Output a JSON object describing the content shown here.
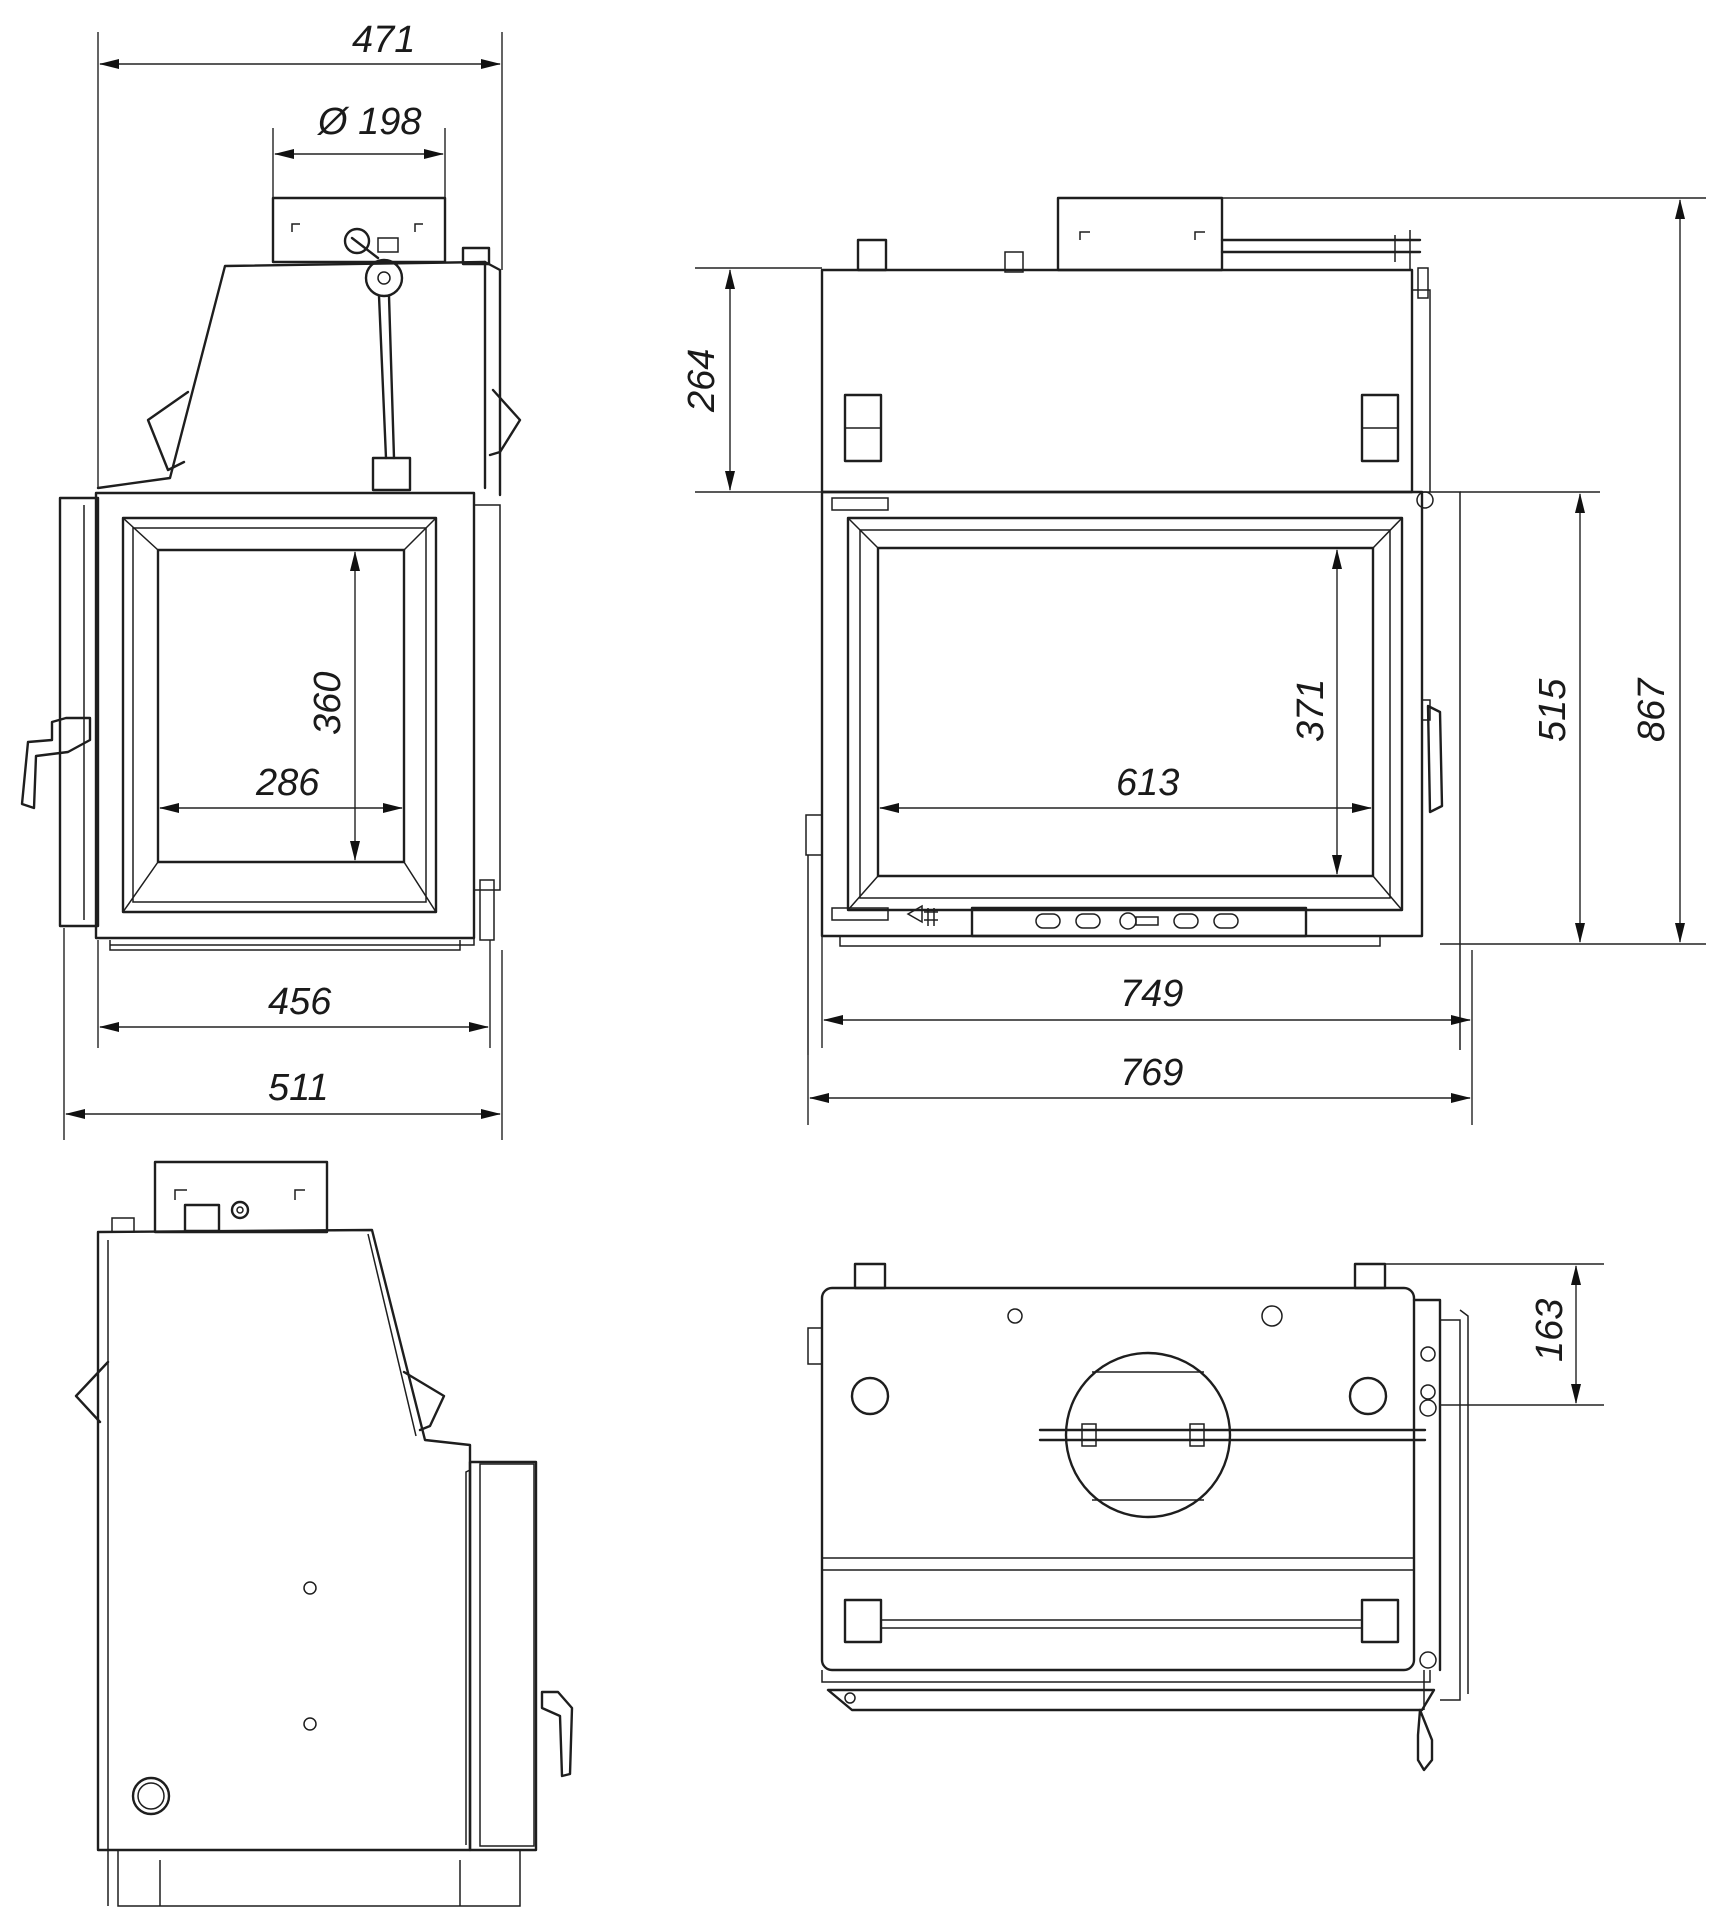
{
  "dimensions": {
    "front": {
      "total_width": "471",
      "flue_diameter": "Ø 198",
      "glass_height": "360",
      "glass_width": "286",
      "body_width": "456",
      "overall_width": "511"
    },
    "side": {
      "top_height": "264",
      "glass_height": "371",
      "glass_width": "613",
      "door_height": "515",
      "overall_height": "867",
      "body_width": "749",
      "overall_width": "769"
    },
    "top": {
      "offset": "163"
    }
  }
}
